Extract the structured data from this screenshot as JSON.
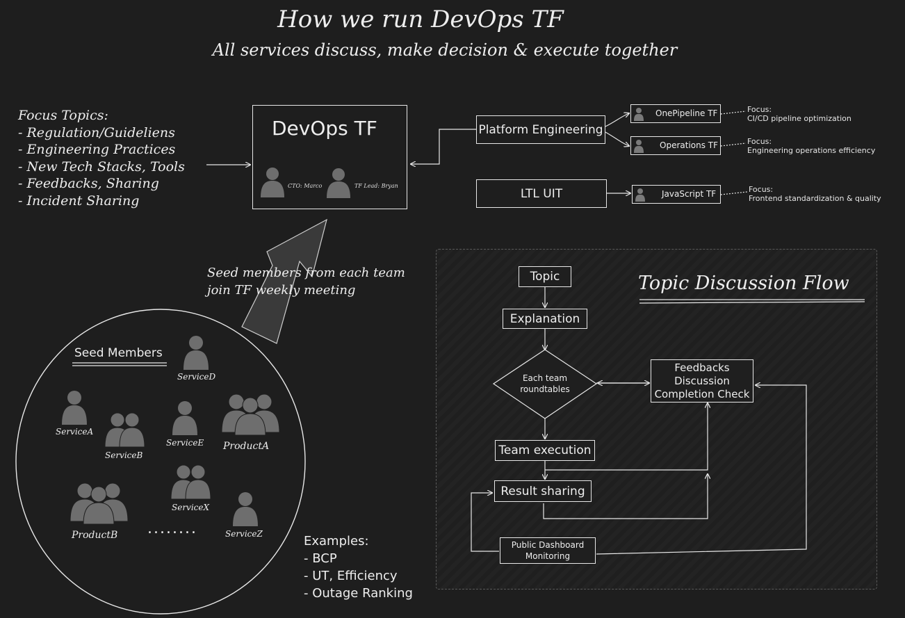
{
  "title": "How we run DevOps TF",
  "subtitle": "All services discuss, make decision & execute together",
  "focus_topics": {
    "heading": "Focus Topics:",
    "items": [
      "- Regulation/Guideliens",
      "- Engineering Practices",
      "- New Tech Stacks, Tools",
      "- Feedbacks, Sharing",
      "- Incident Sharing"
    ]
  },
  "devops_tf": {
    "title": "DevOps TF",
    "cto_label": "CTO: Marco",
    "lead_label": "TF Lead: Bryan"
  },
  "orgs": {
    "platform": "Platform Engineering",
    "ltl": "LTL UIT"
  },
  "task_forces": [
    {
      "name": "OnePipeline TF",
      "focus_heading": "Focus:",
      "focus": "CI/CD pipeline optimization"
    },
    {
      "name": "Operations TF",
      "focus_heading": "Focus:",
      "focus": "Engineering operations efficiency"
    },
    {
      "name": "JavaScript TF",
      "focus_heading": "Focus:",
      "focus": "Frontend standardization & quality"
    }
  ],
  "seed_text": [
    "Seed members from each team",
    "join TF weekly meeting"
  ],
  "seed_members": {
    "label": "Seed Members",
    "members": [
      "ServiceD",
      "ServiceA",
      "ServiceB",
      "ServiceE",
      "ProductA",
      "ProductB",
      "ServiceX",
      "ServiceZ"
    ],
    "ellipsis": "........"
  },
  "examples": {
    "heading": "Examples:",
    "items": [
      "- BCP",
      "- UT, Efficiency",
      "- Outage Ranking"
    ]
  },
  "flow": {
    "title": "Topic Discussion Flow",
    "topic": "Topic",
    "explanation": "Explanation",
    "roundtable": [
      "Each team",
      "roundtables"
    ],
    "feedback": [
      "Feedbacks",
      "Discussion",
      "Completion Check"
    ],
    "execution": "Team execution",
    "sharing": "Result sharing",
    "dashboard": [
      "Public Dashboard",
      "Monitoring"
    ]
  },
  "colors": {
    "background": "#1e1e1e",
    "stroke": "#e8e8e8",
    "person": "#6e6e6e"
  }
}
